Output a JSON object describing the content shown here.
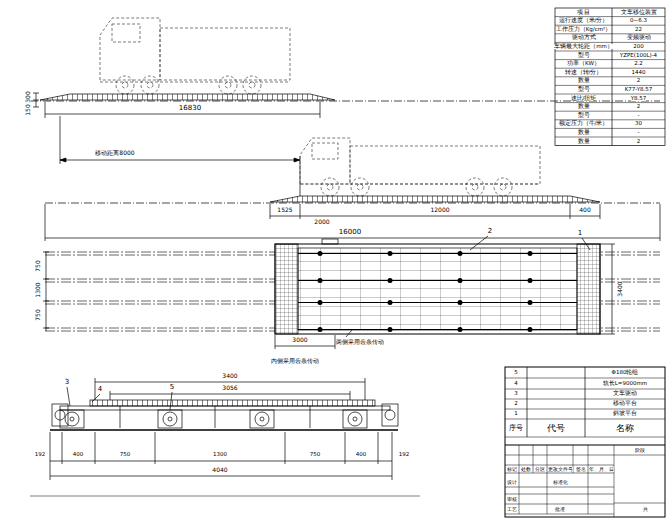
{
  "diagram": {
    "labels": [
      "16830",
      "300",
      "150",
      "移动距离8000",
      "1525",
      "2000",
      "12000",
      "400",
      "16000",
      "2",
      "1",
      "750",
      "1300",
      "750",
      "3400",
      "3000",
      "两侧采用齿条传动",
      "内侧采用齿条传动",
      "3",
      "4",
      "5",
      "3400",
      "3056",
      "192",
      "400",
      "750",
      "1300",
      "750",
      "400",
      "192",
      "4040",
      "5",
      "Φ180轮组",
      "4",
      "轨长L=9000mm",
      "3",
      "文车驱动",
      "2",
      "移动平台",
      "1",
      "斜坡平台",
      "序号",
      "代号",
      "名称",
      "标记",
      "处数",
      "分区",
      "更改文件号",
      "签名",
      "年、月、日",
      "设计",
      "标准化",
      "审核",
      "工艺",
      "批准",
      "阶段",
      "共",
      "项 目",
      "文车移位装置",
      "运行速度（米/分）",
      "0~6.3",
      "工作压力（Kg/cm²）",
      "22",
      "驱动方式",
      "变频驱动",
      "车辆最大轮距（mm）",
      "200",
      "型号",
      "YZPE(100L)-4",
      "功率（KW）",
      "2.2",
      "转速（转/分）",
      "1440",
      "数量",
      "2",
      "型号",
      "K77-Y8.57",
      "速比/扭矩",
      "Y8.57",
      "数量",
      "2",
      "型号",
      "-",
      "额定压力（牛/米）",
      "30",
      "数量",
      "-",
      "数量",
      "2"
    ]
  }
}
